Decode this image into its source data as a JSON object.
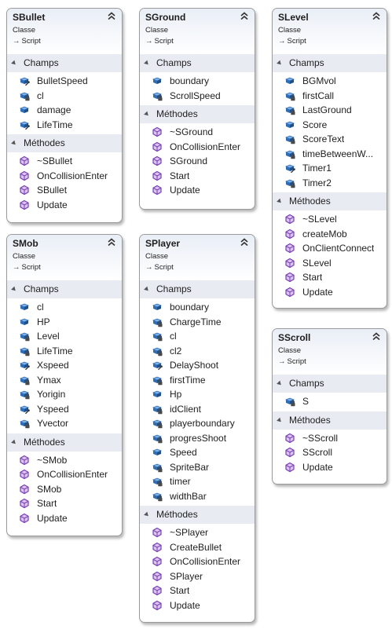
{
  "classes": [
    {
      "name": "SBullet",
      "kind": "Classe",
      "base": "Script",
      "fields_label": "Champs",
      "methods_label": "Méthodes",
      "fields": [
        {
          "name": "BulletSpeed",
          "icon": "property-icon"
        },
        {
          "name": "cl",
          "icon": "private-field-icon"
        },
        {
          "name": "damage",
          "icon": "field-icon"
        },
        {
          "name": "LifeTime",
          "icon": "property-icon"
        }
      ],
      "methods": [
        "~SBullet",
        "OnCollisionEnter",
        "SBullet",
        "Update"
      ]
    },
    {
      "name": "SGround",
      "kind": "Classe",
      "base": "Script",
      "fields_label": "Champs",
      "methods_label": "Méthodes",
      "fields": [
        {
          "name": "boundary",
          "icon": "field-icon"
        },
        {
          "name": "ScrollSpeed",
          "icon": "private-field-icon"
        }
      ],
      "methods": [
        "~SGround",
        "OnCollisionEnter",
        "SGround",
        "Start",
        "Update"
      ]
    },
    {
      "name": "SLevel",
      "kind": "Classe",
      "base": "Script",
      "fields_label": "Champs",
      "methods_label": "Méthodes",
      "fields": [
        {
          "name": "BGMvol",
          "icon": "field-icon"
        },
        {
          "name": "firstCall",
          "icon": "private-field-icon"
        },
        {
          "name": "LastGround",
          "icon": "private-field-icon"
        },
        {
          "name": "Score",
          "icon": "field-icon"
        },
        {
          "name": "ScoreText",
          "icon": "private-field-icon"
        },
        {
          "name": "timeBetweenW...",
          "icon": "private-field-icon"
        },
        {
          "name": "Timer1",
          "icon": "property-icon"
        },
        {
          "name": "Timer2",
          "icon": "private-field-icon"
        }
      ],
      "methods": [
        "~SLevel",
        "createMob",
        "OnClientConnect",
        "SLevel",
        "Start",
        "Update"
      ]
    },
    {
      "name": "SMob",
      "kind": "Classe",
      "base": "Script",
      "fields_label": "Champs",
      "methods_label": "Méthodes",
      "fields": [
        {
          "name": "cl",
          "icon": "field-icon"
        },
        {
          "name": "HP",
          "icon": "field-icon"
        },
        {
          "name": "Level",
          "icon": "private-field-icon"
        },
        {
          "name": "LifeTime",
          "icon": "private-field-icon"
        },
        {
          "name": "Xspeed",
          "icon": "property-icon"
        },
        {
          "name": "Ymax",
          "icon": "private-field-icon"
        },
        {
          "name": "Yorigin",
          "icon": "private-field-icon"
        },
        {
          "name": "Yspeed",
          "icon": "property-icon"
        },
        {
          "name": "Yvector",
          "icon": "private-field-icon"
        }
      ],
      "methods": [
        "~SMob",
        "OnCollisionEnter",
        "SMob",
        "Start",
        "Update"
      ]
    },
    {
      "name": "SPlayer",
      "kind": "Classe",
      "base": "Script",
      "fields_label": "Champs",
      "methods_label": "Méthodes",
      "fields": [
        {
          "name": "boundary",
          "icon": "field-icon"
        },
        {
          "name": "ChargeTime",
          "icon": "private-field-icon"
        },
        {
          "name": "cl",
          "icon": "private-field-icon"
        },
        {
          "name": "cl2",
          "icon": "private-field-icon"
        },
        {
          "name": "DelayShoot",
          "icon": "property-icon"
        },
        {
          "name": "firstTime",
          "icon": "private-field-icon"
        },
        {
          "name": "Hp",
          "icon": "field-icon"
        },
        {
          "name": "idClient",
          "icon": "private-field-icon"
        },
        {
          "name": "playerboundary",
          "icon": "private-field-icon"
        },
        {
          "name": "progresShoot",
          "icon": "private-field-icon"
        },
        {
          "name": "Speed",
          "icon": "field-icon"
        },
        {
          "name": "SpriteBar",
          "icon": "private-field-icon"
        },
        {
          "name": "timer",
          "icon": "private-field-icon"
        },
        {
          "name": "widthBar",
          "icon": "private-field-icon"
        }
      ],
      "methods": [
        "~SPlayer",
        "CreateBullet",
        "OnCollisionEnter",
        "SPlayer",
        "Start",
        "Update"
      ]
    },
    {
      "name": "SScroll",
      "kind": "Classe",
      "base": "Script",
      "fields_label": "Champs",
      "methods_label": "Méthodes",
      "fields": [
        {
          "name": "S",
          "icon": "private-field-icon"
        }
      ],
      "methods": [
        "~SScroll",
        "SScroll",
        "Update"
      ]
    }
  ],
  "colors": {
    "field_icon": "#2f6db5",
    "lock": "#4a4a4a",
    "method_icon": "#7a3fb4"
  }
}
